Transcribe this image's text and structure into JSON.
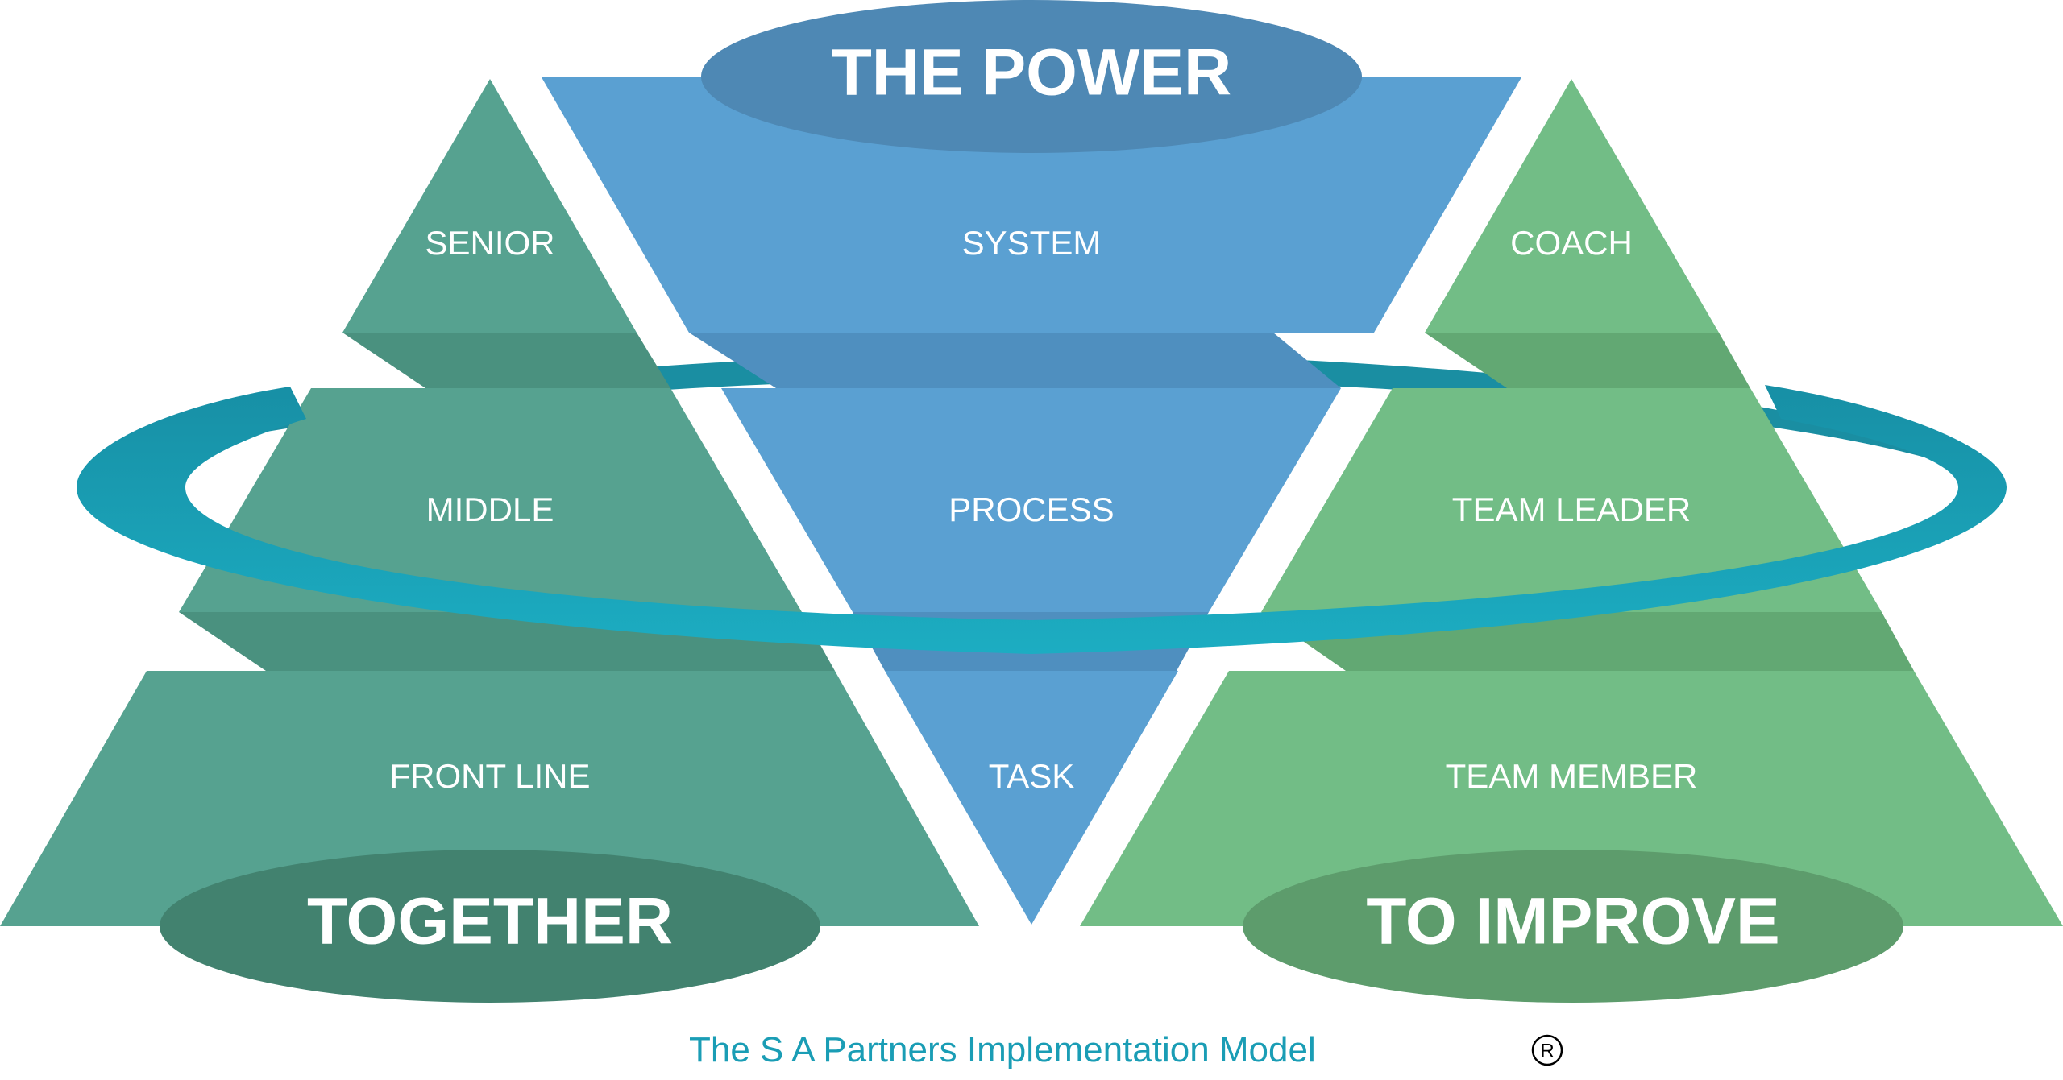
{
  "colors": {
    "teal_green": "#56a290",
    "teal_green_dark": "#42826f",
    "teal_green_shelf": "#4a917f",
    "light_green": "#72bd86",
    "light_green_dark": "#5d9c6c",
    "light_green_shelf": "#62a873",
    "blue": "#5aa0d2",
    "blue_dark": "#4e88b4",
    "blue_shelf": "#4f8fbf",
    "ring_dark": "#178fa5",
    "ring_light": "#1cadc2",
    "caption": "#1a9db5"
  },
  "left_pyramid": {
    "levels": [
      "SENIOR",
      "MIDDLE",
      "FRONT LINE"
    ],
    "banner": "TOGETHER"
  },
  "center_pyramid": {
    "levels": [
      "SYSTEM",
      "PROCESS",
      "TASK"
    ],
    "banner": "THE POWER"
  },
  "right_pyramid": {
    "levels": [
      "COACH",
      "TEAM LEADER",
      "TEAM MEMBER"
    ],
    "banner": "TO IMPROVE"
  },
  "caption": "The S A Partners Implementation Model",
  "registered_mark": "®"
}
